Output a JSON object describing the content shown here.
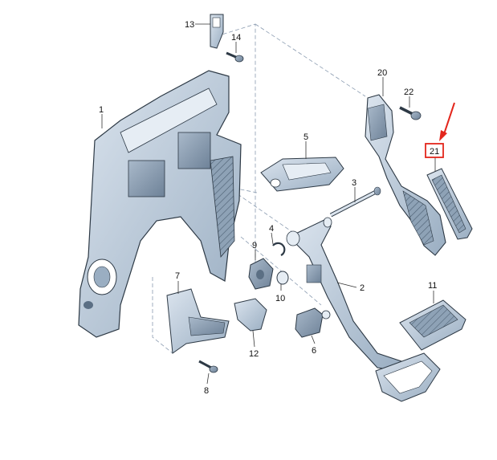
{
  "diagram": {
    "highlight_color": "#e3261c",
    "part_fill": "#c7d3e0",
    "part_shadow": "#8fa3b8",
    "part_outline": "#2d3945",
    "labels": {
      "p1": "1",
      "p2": "2",
      "p3": "3",
      "p4": "4",
      "p5": "5",
      "p6": "6",
      "p7": "7",
      "p8": "8",
      "p9": "9",
      "p10": "10",
      "p11": "11",
      "p12": "12",
      "p13": "13",
      "p14": "14",
      "p20": "20",
      "p21": "21",
      "p22": "22"
    }
  }
}
